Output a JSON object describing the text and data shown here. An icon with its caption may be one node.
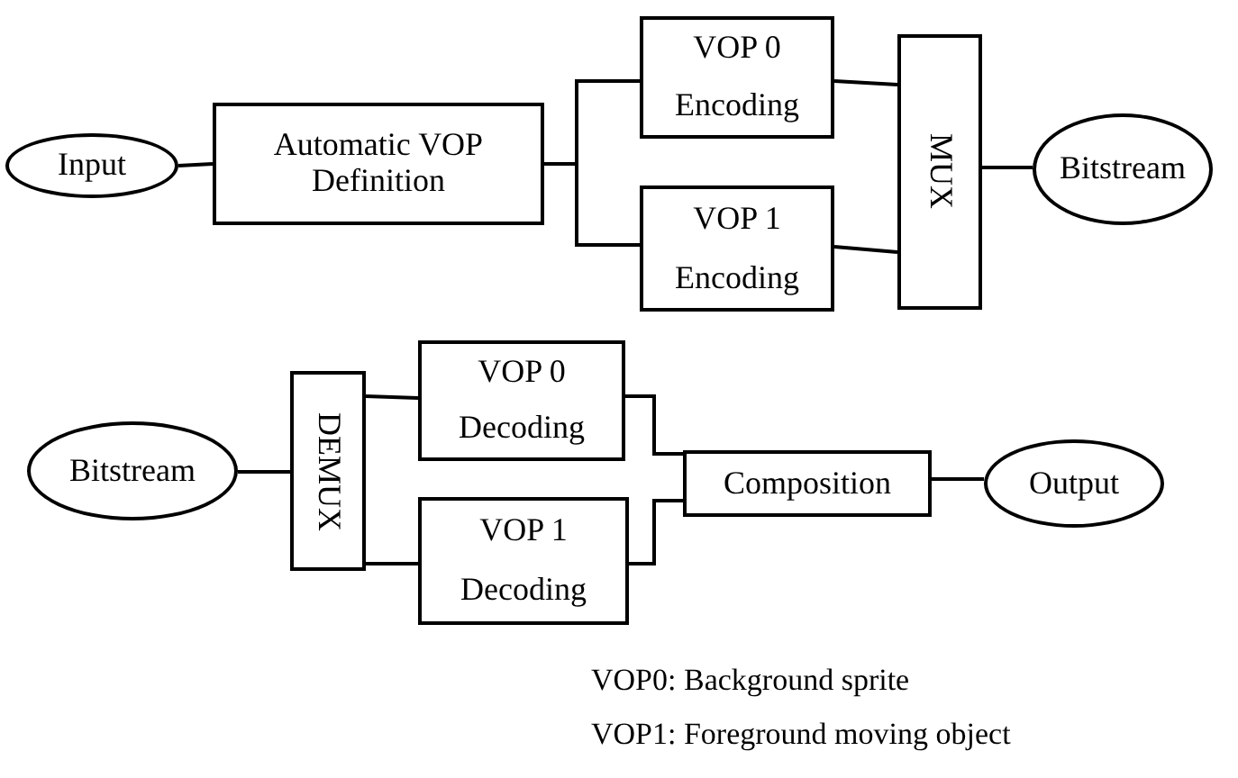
{
  "diagram": {
    "nodes": [
      {
        "text": [
          "Input"
        ]
      },
      {
        "text": [
          "Automatic VOP Definition"
        ]
      },
      {
        "text": [
          "VOP 0",
          "Encoding"
        ]
      },
      {
        "text": [
          "VOP 1",
          "Encoding"
        ]
      },
      {
        "text": [
          "MUX"
        ]
      },
      {
        "text": [
          "Bitstream"
        ]
      },
      {
        "text": [
          "Bitstream"
        ]
      },
      {
        "text": [
          "DEMUX"
        ]
      },
      {
        "text": [
          "VOP 0",
          "Decoding"
        ]
      },
      {
        "text": [
          "VOP 1",
          "Decoding"
        ]
      },
      {
        "text": [
          "Composition"
        ]
      },
      {
        "text": [
          "Output"
        ]
      }
    ],
    "edges": [
      {
        "from": 0,
        "to": 1,
        "arrow": "none"
      },
      {
        "from": 1,
        "to": 2,
        "arrow": "none"
      },
      {
        "from": 1,
        "to": 3,
        "arrow": "none"
      },
      {
        "from": 2,
        "to": 4,
        "arrow": "none"
      },
      {
        "from": 3,
        "to": 4,
        "arrow": "none"
      },
      {
        "from": 4,
        "to": 5,
        "arrow": "none"
      },
      {
        "from": 6,
        "to": 7,
        "arrow": "none"
      },
      {
        "from": 7,
        "to": 8,
        "arrow": "none"
      },
      {
        "from": 7,
        "to": 9,
        "arrow": "none"
      },
      {
        "from": 8,
        "to": 10,
        "arrow": "none"
      },
      {
        "from": 9,
        "to": 10,
        "arrow": "none"
      },
      {
        "from": 10,
        "to": 11,
        "arrow": "none"
      }
    ],
    "labels": [
      "VOP0: Background sprite",
      "VOP1: Foreground moving object"
    ]
  }
}
